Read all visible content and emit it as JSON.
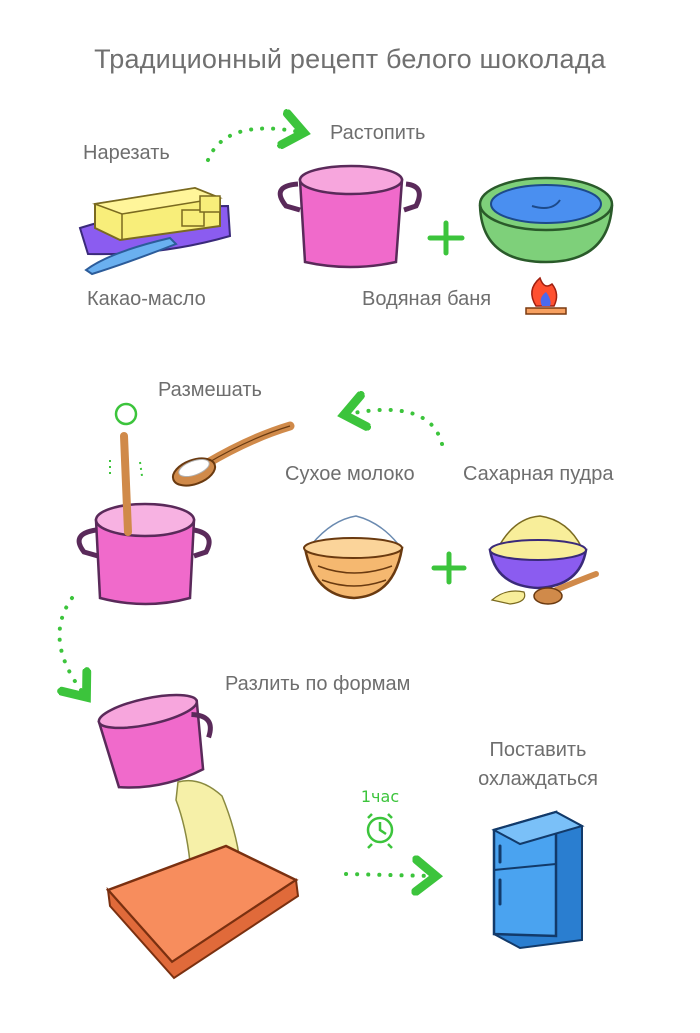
{
  "title": "Традиционный рецепт белого шоколада",
  "steps": {
    "cut": "Нарезать",
    "melt": "Растопить",
    "cocoa_butter": "Какао-масло",
    "water_bath": "Водяная баня",
    "stir": "Размешать",
    "dry_milk": "Сухое молоко",
    "powdered_sugar": "Сахарная пудра",
    "pour": "Разлить по формам",
    "cool_line1": "Поставить",
    "cool_line2": "охлаждаться",
    "timer": "1час"
  },
  "colors": {
    "arrow": "#3cc43c",
    "pot": "#f06acb",
    "butter": "#f8ee7a",
    "board": "#8b5cf0",
    "bowl_green": "#7ed07a",
    "water": "#4a8ff0",
    "spoon": "#d08a4a",
    "mold": "#f78d5d",
    "fridge": "#4aa3f0"
  }
}
